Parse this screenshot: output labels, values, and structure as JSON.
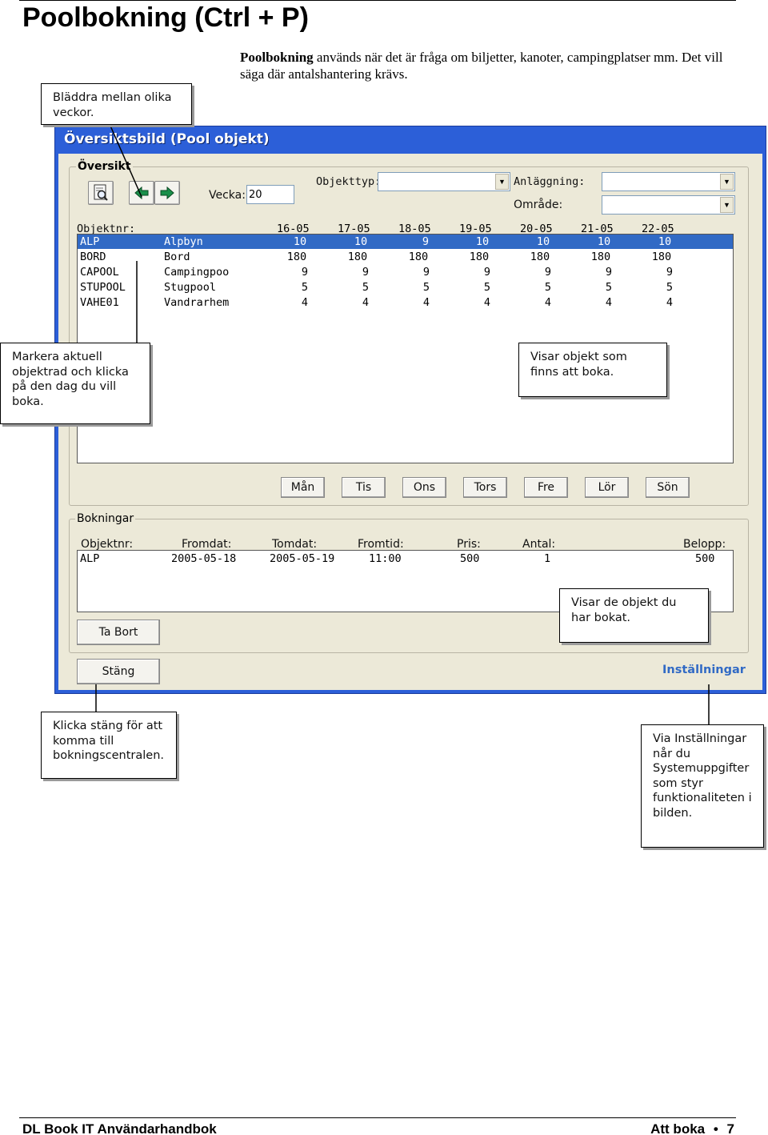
{
  "page": {
    "title": "Poolbokning (Ctrl + P)",
    "intro_bold": "Poolbokning",
    "intro_rest": " används när det är fråga om biljetter, kanoter, campingplatser mm. Det vill säga där antalshantering krävs."
  },
  "callouts": {
    "browse": "Bläddra mellan olika veckor.",
    "select_row": "Markera aktuell objektrad och klicka på den dag du vill boka.",
    "shows_objects": "Visar objekt som finns att boka.",
    "booked": "Visar de objekt du har bokat.",
    "close": "Klicka stäng för att komma till bokningscentralen.",
    "settings": "Via Inställningar når du Systemuppgifter som styr funktionaliteten i bilden."
  },
  "window": {
    "title": "Översiktsbild (Pool objekt)",
    "overview_group": "Översikt",
    "week_label": "Vecka:",
    "week_value": "20",
    "objecttype_label": "Objekttyp:",
    "facility_label": "Anläggning:",
    "area_label": "Område:",
    "objects": {
      "header_label": "Objektnr:",
      "dates": [
        "16-05",
        "17-05",
        "18-05",
        "19-05",
        "20-05",
        "21-05",
        "22-05"
      ],
      "rows": [
        {
          "id": "ALP",
          "name": "Alpbyn",
          "values": [
            "10",
            "10",
            "9",
            "10",
            "10",
            "10",
            "10"
          ]
        },
        {
          "id": "BORD",
          "name": "Bord",
          "values": [
            "180",
            "180",
            "180",
            "180",
            "180",
            "180",
            "180"
          ]
        },
        {
          "id": "CAPOOL",
          "name": "Campingpoo",
          "values": [
            "9",
            "9",
            "9",
            "9",
            "9",
            "9",
            "9"
          ]
        },
        {
          "id": "STUPOOL",
          "name": "Stugpool",
          "values": [
            "5",
            "5",
            "5",
            "5",
            "5",
            "5",
            "5"
          ]
        },
        {
          "id": "VAHE01",
          "name": "Vandrarhem",
          "values": [
            "4",
            "4",
            "4",
            "4",
            "4",
            "4",
            "4"
          ]
        }
      ]
    },
    "days": [
      "Mån",
      "Tis",
      "Ons",
      "Tors",
      "Fre",
      "Lör",
      "Sön"
    ],
    "bookings_group": "Bokningar",
    "bookings": {
      "headers": [
        "Objektnr:",
        "Fromdat:",
        "Tomdat:",
        "Fromtid:",
        "Pris:",
        "Antal:",
        "Belopp:"
      ],
      "rows": [
        {
          "id": "ALP",
          "from": "2005-05-18",
          "to": "2005-05-19",
          "time": "11:00",
          "price": "500",
          "qty": "1",
          "amount": "500"
        }
      ]
    },
    "delete_button": "Ta Bort",
    "close_button": "Stäng",
    "settings_link": "Inställningar"
  },
  "footer": {
    "left": "DL Book IT Användarhandbok",
    "right_label": "Att boka",
    "bullet": "•",
    "page_number": "7"
  },
  "colors": {
    "window_frame": "#2c5fd8",
    "selection": "#316ac5",
    "dialog_bg": "#ece9d8",
    "link": "#316ac5"
  }
}
